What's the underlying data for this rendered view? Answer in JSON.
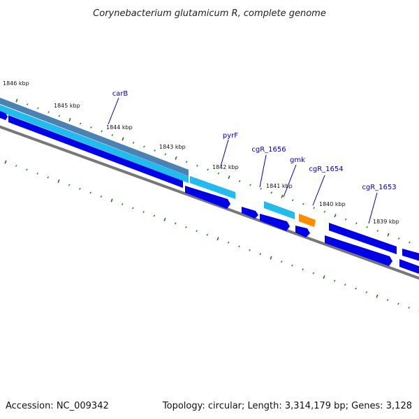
{
  "title": "Corynebacterium glutamicum R, complete genome",
  "scale_labels": [
    "1846 kbp",
    "1845 kbp",
    "1844 kbp",
    "1843 kbp",
    "1842 kbp",
    "1841 kbp",
    "1840 kbp",
    "1839 kbp"
  ],
  "gene_labels": [
    "carB",
    "pyrF",
    "cgR_1656",
    "gmk",
    "cgR_1654",
    "cgR_1653"
  ],
  "footer": {
    "accession": "Accession: NC_009342",
    "stats": "Topology: circular; Length: 3,314,179 bp; Genes: 3,128"
  },
  "colors": {
    "cds": "#0000e6",
    "gene": "#22bbee",
    "gene_outer": "#4a82b4",
    "highlight": "#ff8c00",
    "backbone": "#777777",
    "ticks": "#1a7a1a",
    "label": "#0000b0"
  }
}
